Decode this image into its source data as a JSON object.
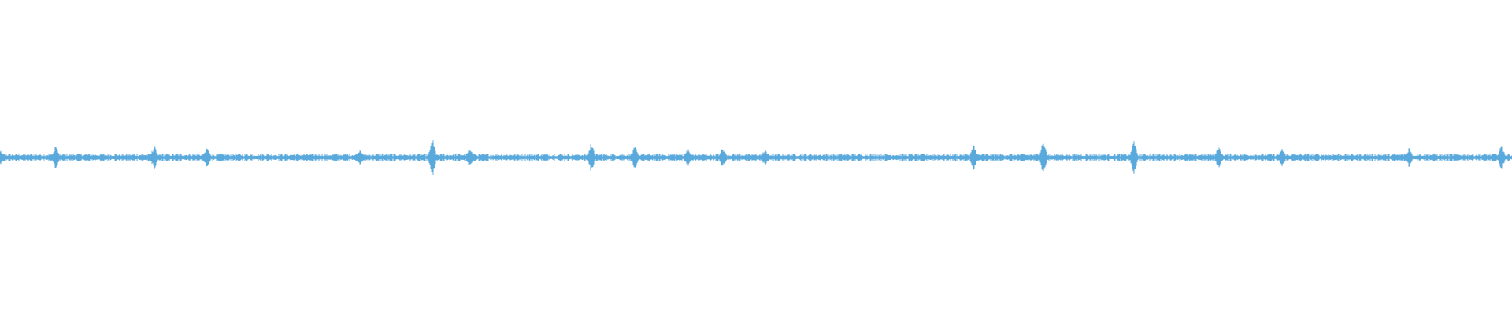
{
  "waveform": {
    "color": "#5aa9dc",
    "background": "#ffffff",
    "baseline_amplitude": 0.02,
    "peaks": [
      {
        "t": 0.0,
        "a": 0.05
      },
      {
        "t": 0.037,
        "a": 0.08
      },
      {
        "t": 0.102,
        "a": 0.08
      },
      {
        "t": 0.137,
        "a": 0.07
      },
      {
        "t": 0.238,
        "a": 0.06
      },
      {
        "t": 0.286,
        "a": 0.13
      },
      {
        "t": 0.311,
        "a": 0.07
      },
      {
        "t": 0.391,
        "a": 0.1
      },
      {
        "t": 0.42,
        "a": 0.08
      },
      {
        "t": 0.455,
        "a": 0.06
      },
      {
        "t": 0.478,
        "a": 0.07
      },
      {
        "t": 0.506,
        "a": 0.06
      },
      {
        "t": 0.644,
        "a": 0.09
      },
      {
        "t": 0.69,
        "a": 0.12
      },
      {
        "t": 0.75,
        "a": 0.12
      },
      {
        "t": 0.806,
        "a": 0.08
      },
      {
        "t": 0.848,
        "a": 0.06
      },
      {
        "t": 0.932,
        "a": 0.07
      },
      {
        "t": 0.993,
        "a": 0.08
      }
    ]
  }
}
